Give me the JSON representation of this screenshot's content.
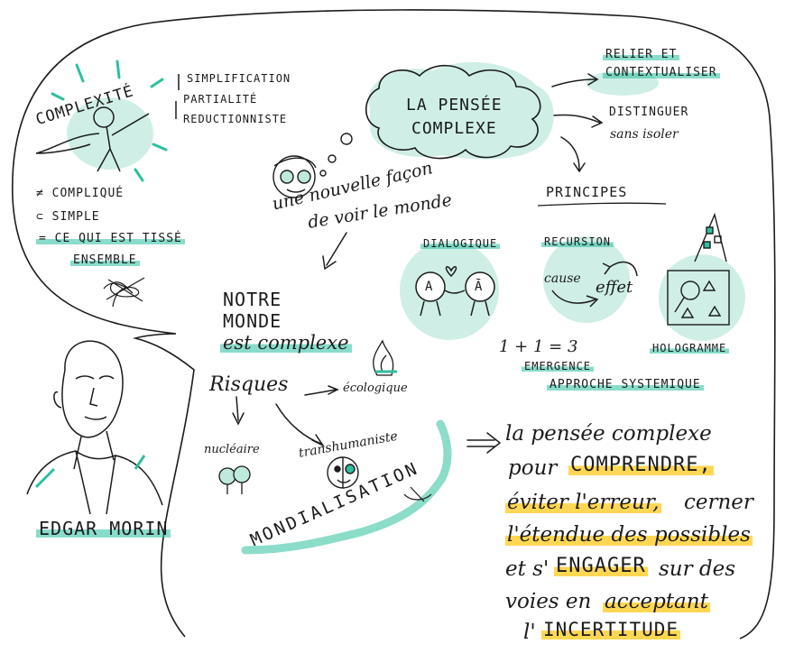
{
  "colors": {
    "ink": "#1b1b1b",
    "teal": "#2ebf9f",
    "teal_light": "#bfe9dd",
    "yellow": "#ffcd28"
  },
  "complexite": {
    "title": "COMPLEXITÉ",
    "items": [
      "SIMPLIFICATION",
      "PARTIALITÉ",
      "REDUCTIONNISTE"
    ],
    "defs": [
      "≠ COMPLIQUÉ",
      "⊂ SIMPLE",
      "= CE QUI EST TISSÉ",
      "ENSEMBLE"
    ]
  },
  "center": {
    "title_line1": "LA PENSÉE",
    "title_line2": "COMPLEXE",
    "branches": {
      "relier_1": "RELIER ET",
      "relier_2": "CONTEXTUALISER",
      "distinguer_1": "DISTINGUER",
      "distinguer_2": "sans isoler"
    },
    "principes": "PRINCIPES"
  },
  "vision": {
    "line1": "une nouvelle façon",
    "line2": "de voir le monde"
  },
  "principles": {
    "dialogique": "DIALOGIQUE",
    "recursion": "RECURSION",
    "cause": "cause",
    "effet": "effet",
    "a": "A",
    "a_bar": "Ā",
    "hologramme": "HOLOGRAMME",
    "emergence_formula": "1 + 1 = 3",
    "emergence": "EMERGENCE",
    "systemique": "APPROCHE SYSTEMIQUE"
  },
  "monde": {
    "line1": "NOTRE",
    "line2": "MONDE",
    "line3": "est complexe",
    "risques": "Risques",
    "ecologique": "écologique",
    "nucleaire": "nucléaire",
    "transhumaniste": "transhumaniste",
    "mondialisation": "MONDIALISATION"
  },
  "conclusion": {
    "l1a": "la pensée complexe",
    "l2a": "pour",
    "l2b": "COMPRENDRE,",
    "l3a": "éviter l'erreur,",
    "l3b": "cerner",
    "l4a": "l'étendue des possibles",
    "l5a": "et s'",
    "l5b": "ENGAGER",
    "l5c": "sur des",
    "l6a": "voies en",
    "l6b": "acceptant",
    "l7a": "l'",
    "l7b": "INCERTITUDE"
  },
  "portrait": {
    "name": "EDGAR MORIN"
  }
}
